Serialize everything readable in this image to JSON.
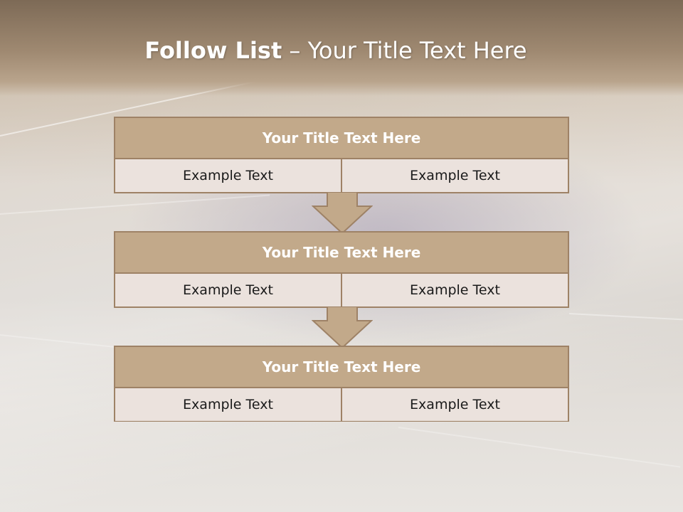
{
  "slide": {
    "title_bold": "Follow List",
    "title_rest": " – Your Title Text Here"
  },
  "steps": [
    {
      "title": "Your Title Text Here",
      "left": "Example Text",
      "right": "Example Text"
    },
    {
      "title": "Your Title Text Here",
      "left": "Example Text",
      "right": "Example Text"
    },
    {
      "title": "Your Title Text Here",
      "left": "Example Text",
      "right": "Example Text"
    }
  ],
  "colors": {
    "header_fill": "#c2a98a",
    "border": "#9e8266",
    "cell_fill": "#eae2dc",
    "arrow_fill": "#c2a98a"
  }
}
